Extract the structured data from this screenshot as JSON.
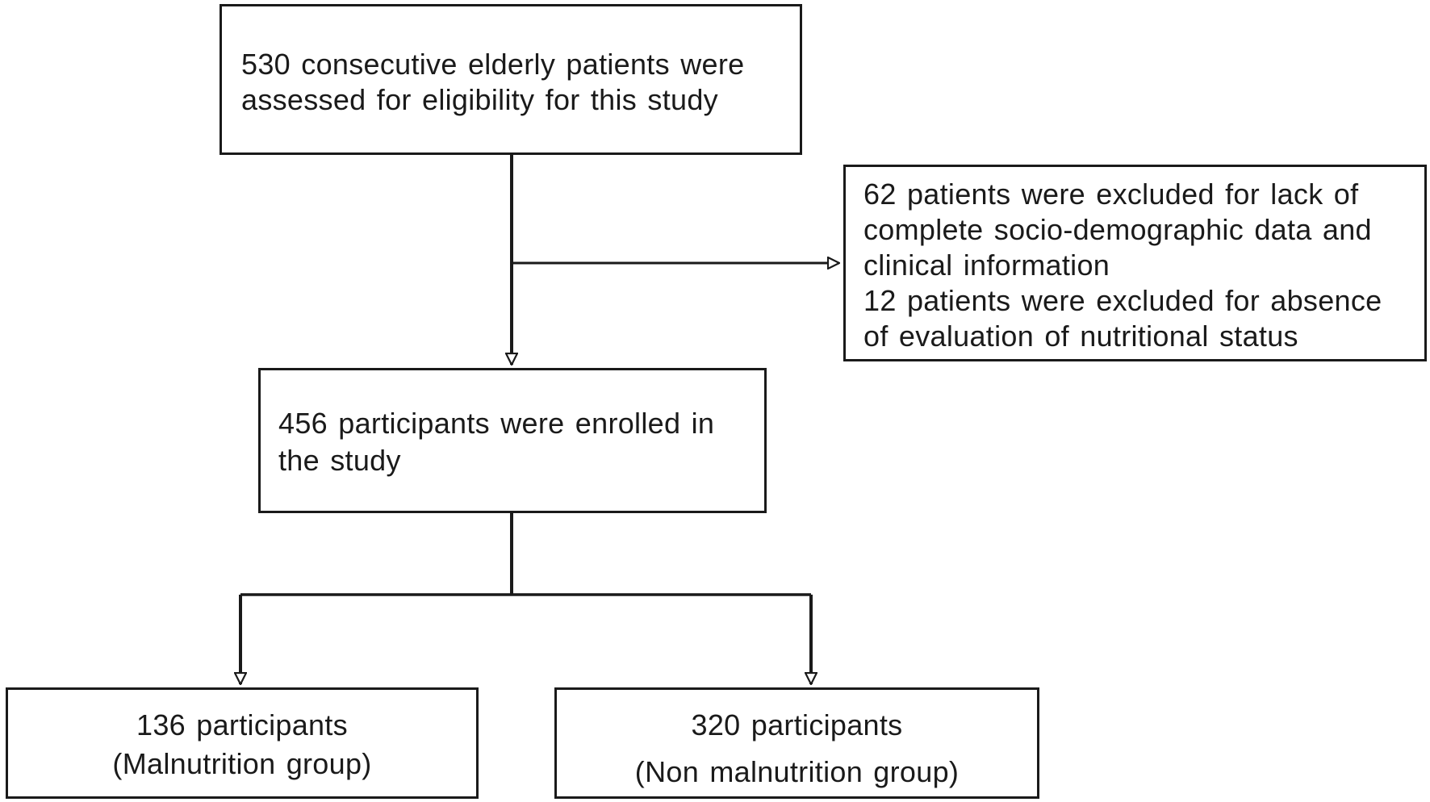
{
  "boxes": {
    "screened": {
      "lines": [
        "530 consecutive elderly patients were",
        "assessed for eligibility for this study"
      ]
    },
    "excluded": {
      "lines": [
        "62 patients were excluded for lack of",
        "complete socio-demographic data and",
        "clinical  information",
        "12 patients were excluded for absence",
        "of evaluation of nutritional status"
      ]
    },
    "enrolled": {
      "lines": [
        "456 participants were enrolled in",
        "the study"
      ]
    },
    "malnutrition": {
      "lines": [
        "136 participants",
        "(Malnutrition  group)"
      ]
    },
    "non_malnutrition": {
      "lines": [
        "320 participants",
        "(Non  malnutrition  group)"
      ]
    }
  },
  "colors": {
    "stroke": "#1a1a1a",
    "background": "#ffffff"
  }
}
